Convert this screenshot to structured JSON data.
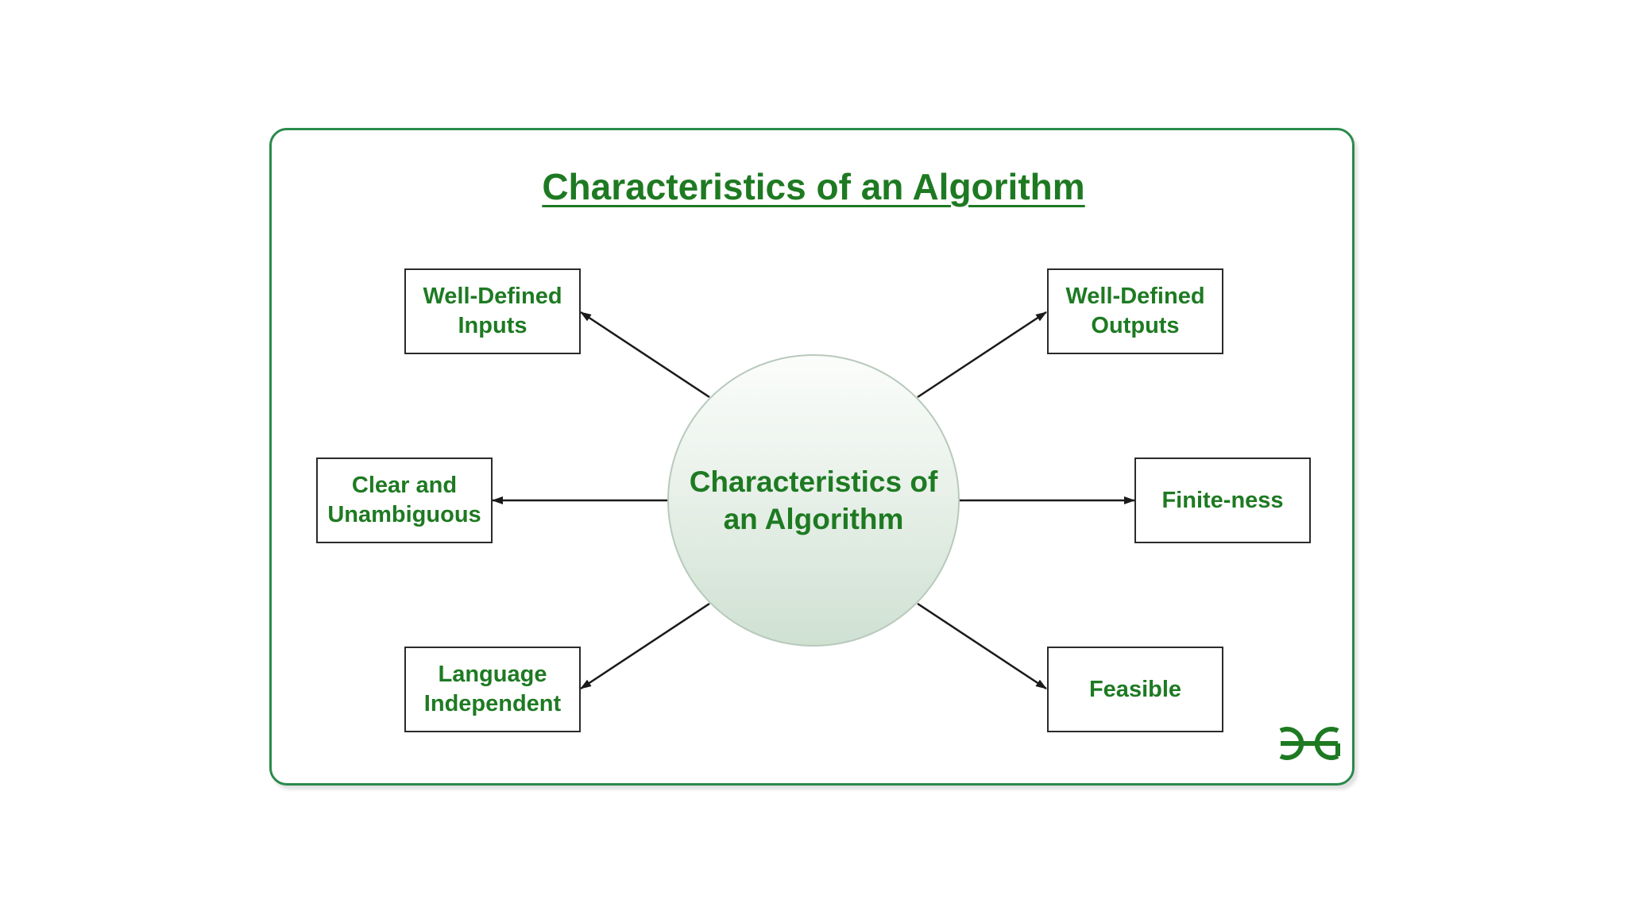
{
  "title": "Characteristics of an Algorithm",
  "center": {
    "label": "Characteristics of\nan Algorithm"
  },
  "nodes": {
    "well_defined_inputs": "Well-Defined\nInputs",
    "well_defined_outputs": "Well-Defined\nOutputs",
    "clear_and_unambiguous": "Clear and\nUnambiguous",
    "finiteness": "Finite-ness",
    "language_independent": "Language\nIndependent",
    "feasible": "Feasible"
  },
  "logo": {
    "icon": "geeksforgeeks-logo-icon",
    "text": "GfG"
  },
  "colors": {
    "accent_green": "#1e7a22",
    "border_green": "#2a8a4c",
    "line": "#1a1a1a"
  }
}
